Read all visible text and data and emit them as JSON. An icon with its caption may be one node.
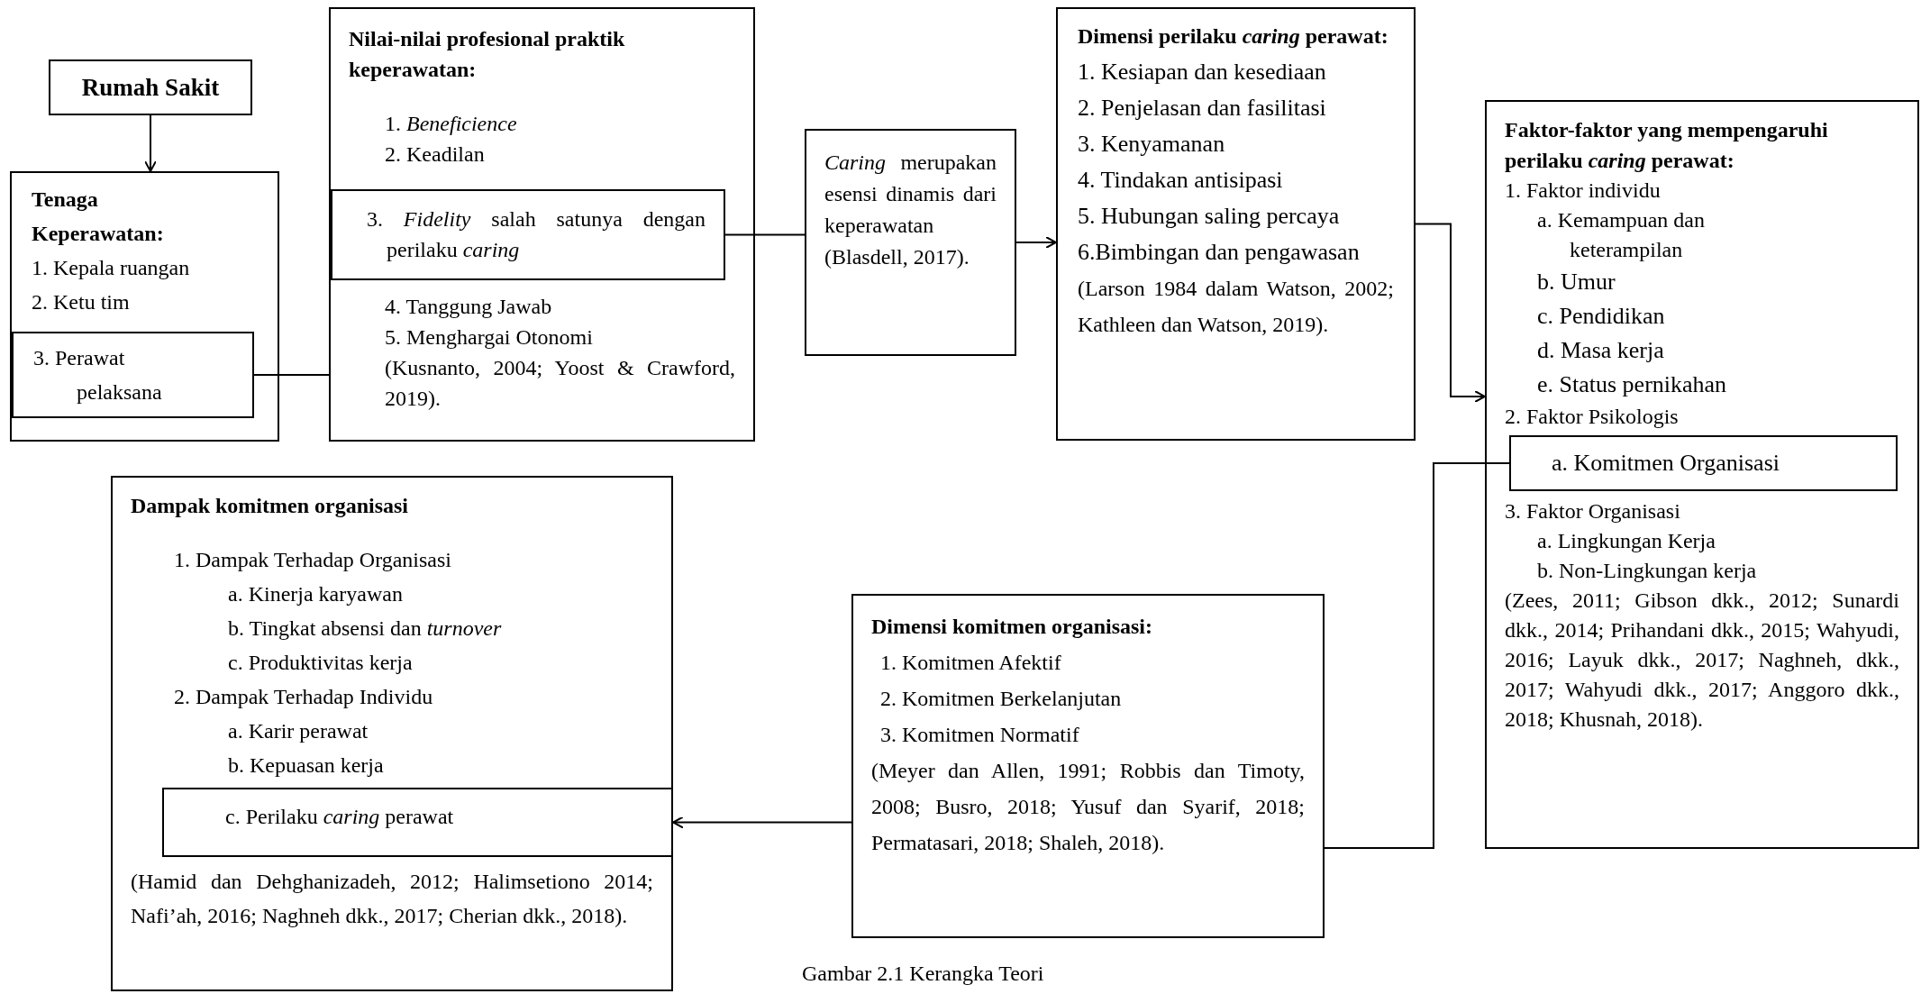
{
  "diagram": {
    "caption": "Gambar 2.1 Kerangka Teori",
    "nodes": [
      {
        "text": [
          "Rumah Sakit"
        ]
      },
      {
        "text": [
          "Tenaga Keperawatan:",
          "1. Kepala ruangan",
          "2. Ketu tim"
        ]
      },
      {
        "text": [
          "3. Perawat pelaksana"
        ],
        "in": 1
      },
      {
        "text": [
          "Nilai-nilai profesional praktik keperawatan:",
          "1. *Beneficience*",
          "2. Keadilan",
          "4. Tanggung Jawab",
          "5. Menghargai Otonomi",
          "(Kusnanto, 2004; Yoost & Crawford, 2019)."
        ]
      },
      {
        "text": [
          "3. *Fidelity* salah satunya dengan perilaku *caring*"
        ],
        "in": 3
      },
      {
        "text": [
          "*Caring* merupakan esensi dinamis dari keperawatan (Blasdell, 2017)."
        ]
      },
      {
        "text": [
          "Dimensi perilaku *caring* perawat:",
          "1. Kesiapan dan kesediaan",
          "2. Penjelasan dan fasilitasi",
          "3. Kenyamanan",
          "4. Tindakan antisipasi",
          "5. Hubungan saling percaya",
          "6.Bimbingan dan pengawasan",
          "(Larson 1984 dalam Watson, 2002; Kathleen dan Watson, 2019)."
        ]
      },
      {
        "text": [
          "Faktor-faktor yang mempengaruhi perilaku *caring* perawat:",
          "1. Faktor individu",
          "a. Kemampuan dan keterampilan",
          "b. Umur",
          "c. Pendidikan",
          "d. Masa kerja",
          "e. Status pernikahan",
          "2. Faktor Psikologis",
          "3. Faktor Organisasi",
          "a. Lingkungan Kerja",
          "b. Non-Lingkungan kerja",
          "(Zees, 2011; Gibson dkk., 2012; Sunardi dkk., 2014; Prihandani dkk., 2015; Wahyudi, 2016; Layuk dkk., 2017; Naghneh, dkk., 2017; Wahyudi dkk., 2017; Anggoro dkk., 2018; Khusnah, 2018)."
        ]
      },
      {
        "text": [
          "a. Komitmen Organisasi"
        ],
        "in": 7
      },
      {
        "text": [
          "Dimensi komitmen organisasi:",
          "1. Komitmen Afektif",
          "2. Komitmen Berkelanjutan",
          "3. Komitmen Normatif",
          "(Meyer dan Allen, 1991; Robbis dan Timoty, 2008; Busro, 2018; Yusuf dan Syarif, 2018; Permatasari, 2018; Shaleh, 2018)."
        ]
      },
      {
        "text": [
          "Dampak komitmen organisasi",
          "1. Dampak Terhadap Organisasi",
          "a. Kinerja karyawan",
          "b. Tingkat absensi dan *turnover*",
          "c. Produktivitas kerja",
          "2. Dampak Terhadap Individu",
          "a. Karir perawat",
          "b. Kepuasan kerja",
          "(Hamid dan Dehghanizadeh, 2012; Halimsetiono 2014; Nafi’ah, 2016; Naghneh dkk., 2017; Cherian dkk., 2018)."
        ]
      },
      {
        "text": [
          "c. Perilaku *caring* perawat"
        ],
        "in": 10
      }
    ],
    "edges": [
      {
        "from": 0,
        "to": 1,
        "arrow": "to"
      },
      {
        "from": 2,
        "to": 3,
        "arrow": "none"
      },
      {
        "from": 4,
        "to": 5,
        "arrow": "none"
      },
      {
        "from": 5,
        "to": 6,
        "arrow": "to"
      },
      {
        "from": 6,
        "to": 7,
        "arrow": "to"
      },
      {
        "from": 8,
        "to": 9,
        "arrow": "none"
      },
      {
        "from": 9,
        "to": 11,
        "arrow": "to"
      }
    ]
  }
}
